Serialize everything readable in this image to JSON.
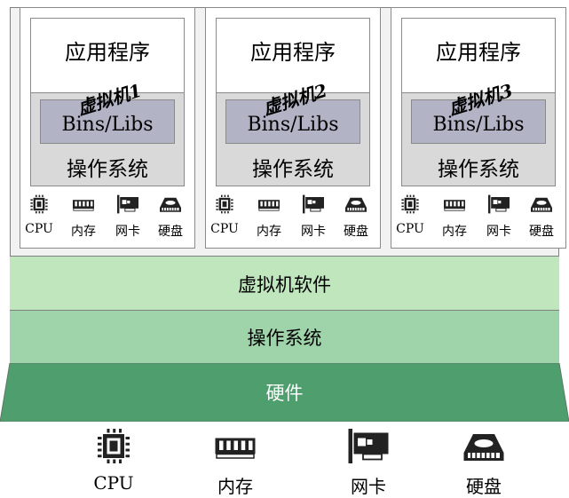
{
  "vms": [
    {
      "name": "虚拟机1",
      "app": "应用程序",
      "bins": "Bins/Libs",
      "os": "操作系统",
      "parts": [
        "CPU",
        "内存",
        "网卡",
        "硬盘"
      ]
    },
    {
      "name": "虚拟机2",
      "app": "应用程序",
      "bins": "Bins/Libs",
      "os": "操作系统",
      "parts": [
        "CPU",
        "内存",
        "网卡",
        "硬盘"
      ]
    },
    {
      "name": "虚拟机3",
      "app": "应用程序",
      "bins": "Bins/Libs",
      "os": "操作系统",
      "parts": [
        "CPU",
        "内存",
        "网卡",
        "硬盘"
      ]
    }
  ],
  "layers": {
    "hypervisor": "虚拟机软件",
    "host_os": "操作系统",
    "hardware": "硬件"
  },
  "physical_parts": [
    "CPU",
    "内存",
    "网卡",
    "硬盘"
  ],
  "icons": [
    "cpu-icon",
    "memory-icon",
    "network-card-icon",
    "hard-disk-icon"
  ],
  "colors": {
    "hypervisor": "#bfe6bd",
    "host_os": "#9fd3a9",
    "hardware": "#4e9e6e",
    "bins_libs": "#b2b4c6",
    "os_box": "#d9d9d9"
  }
}
